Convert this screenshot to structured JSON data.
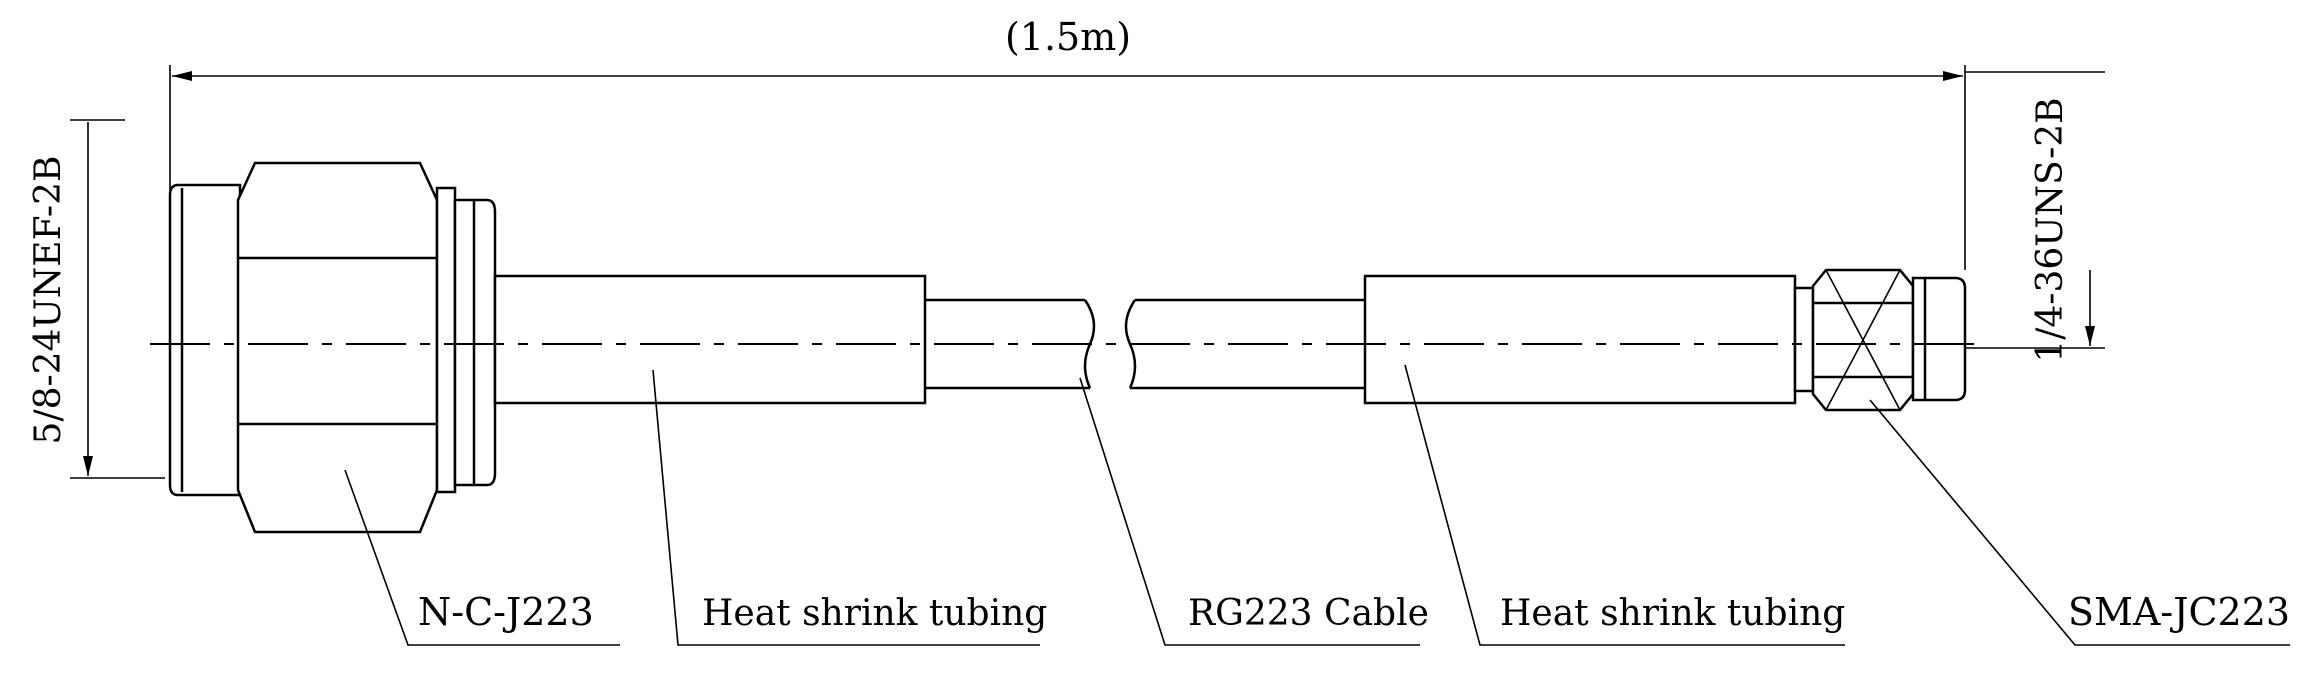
{
  "drawing": {
    "overall_length": "(1.5m)",
    "left_thread": "5/8-24UNEF-2B",
    "right_thread": "1/4-36UNS-2B",
    "callouts": {
      "left_connector": "N-C-J223",
      "left_tubing": "Heat shrink tubing",
      "cable": "RG223 Cable",
      "right_tubing": "Heat shrink tubing",
      "right_connector": "SMA-JC223"
    }
  }
}
